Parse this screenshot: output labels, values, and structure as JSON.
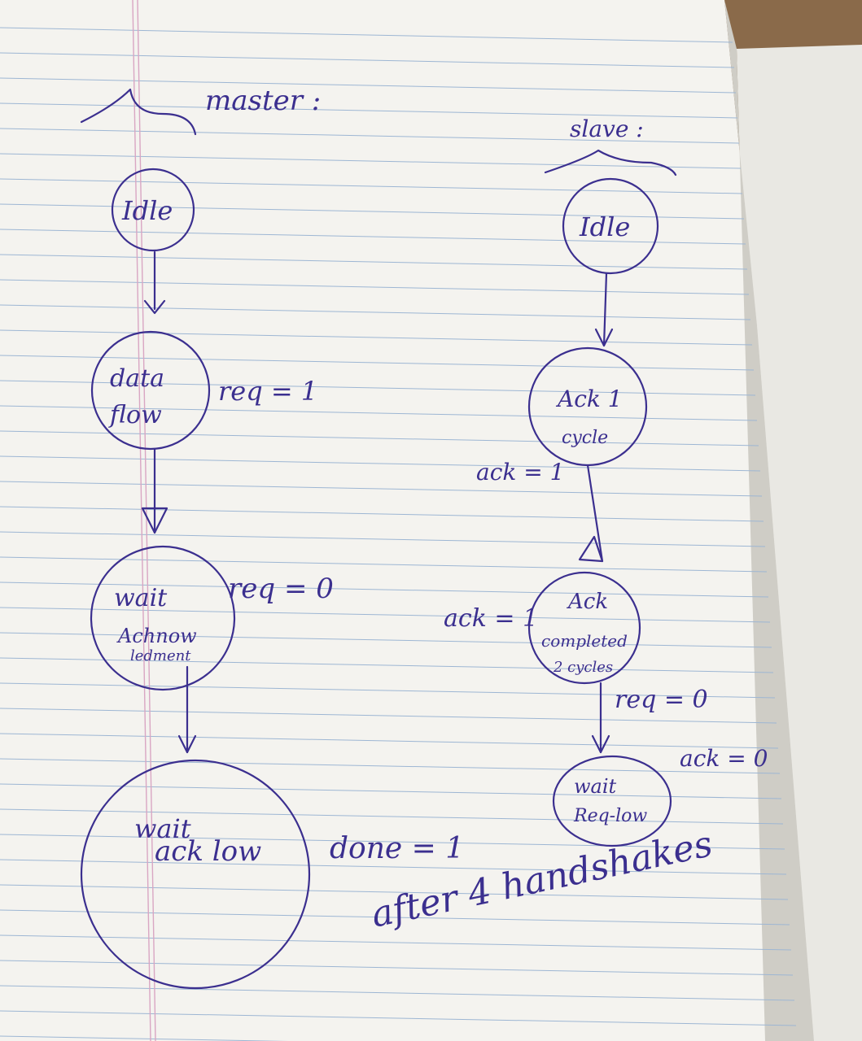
{
  "colors": {
    "ink": "#3b2f8f",
    "paper": "#f4f3ef",
    "rule": "#9db6d3",
    "margin": "#d9a6c3",
    "desk": "#8a6a4a"
  },
  "master": {
    "heading": "master :",
    "states": {
      "idle": "Idle",
      "data_flow_1": "data",
      "data_flow_2": "flow",
      "wait_ack_1": "wait",
      "wait_ack_2": "Achnow",
      "wait_ack_3": "ledment",
      "wait_ack_low_1": "wait",
      "wait_ack_low_2": "ack low"
    },
    "labels": {
      "req_high": "req = 1",
      "req_low": "req = 0",
      "done": "done = 1"
    }
  },
  "slave": {
    "heading": "slave :",
    "states": {
      "idle": "Idle",
      "ack_cycle_1": "Ack 1",
      "ack_cycle_2": "cycle",
      "ack_completed_1": "Ack",
      "ack_completed_2": "completed",
      "ack_completed_3": "2 cycles",
      "wait_req_low_1": "wait",
      "wait_req_low_2": "Req-low"
    },
    "labels": {
      "ack_1a": "ack = 1",
      "ack_1b": "ack = 1",
      "req_0": "req = 0",
      "ack_0": "ack = 0"
    }
  },
  "footnote": "after 4 handshakes"
}
